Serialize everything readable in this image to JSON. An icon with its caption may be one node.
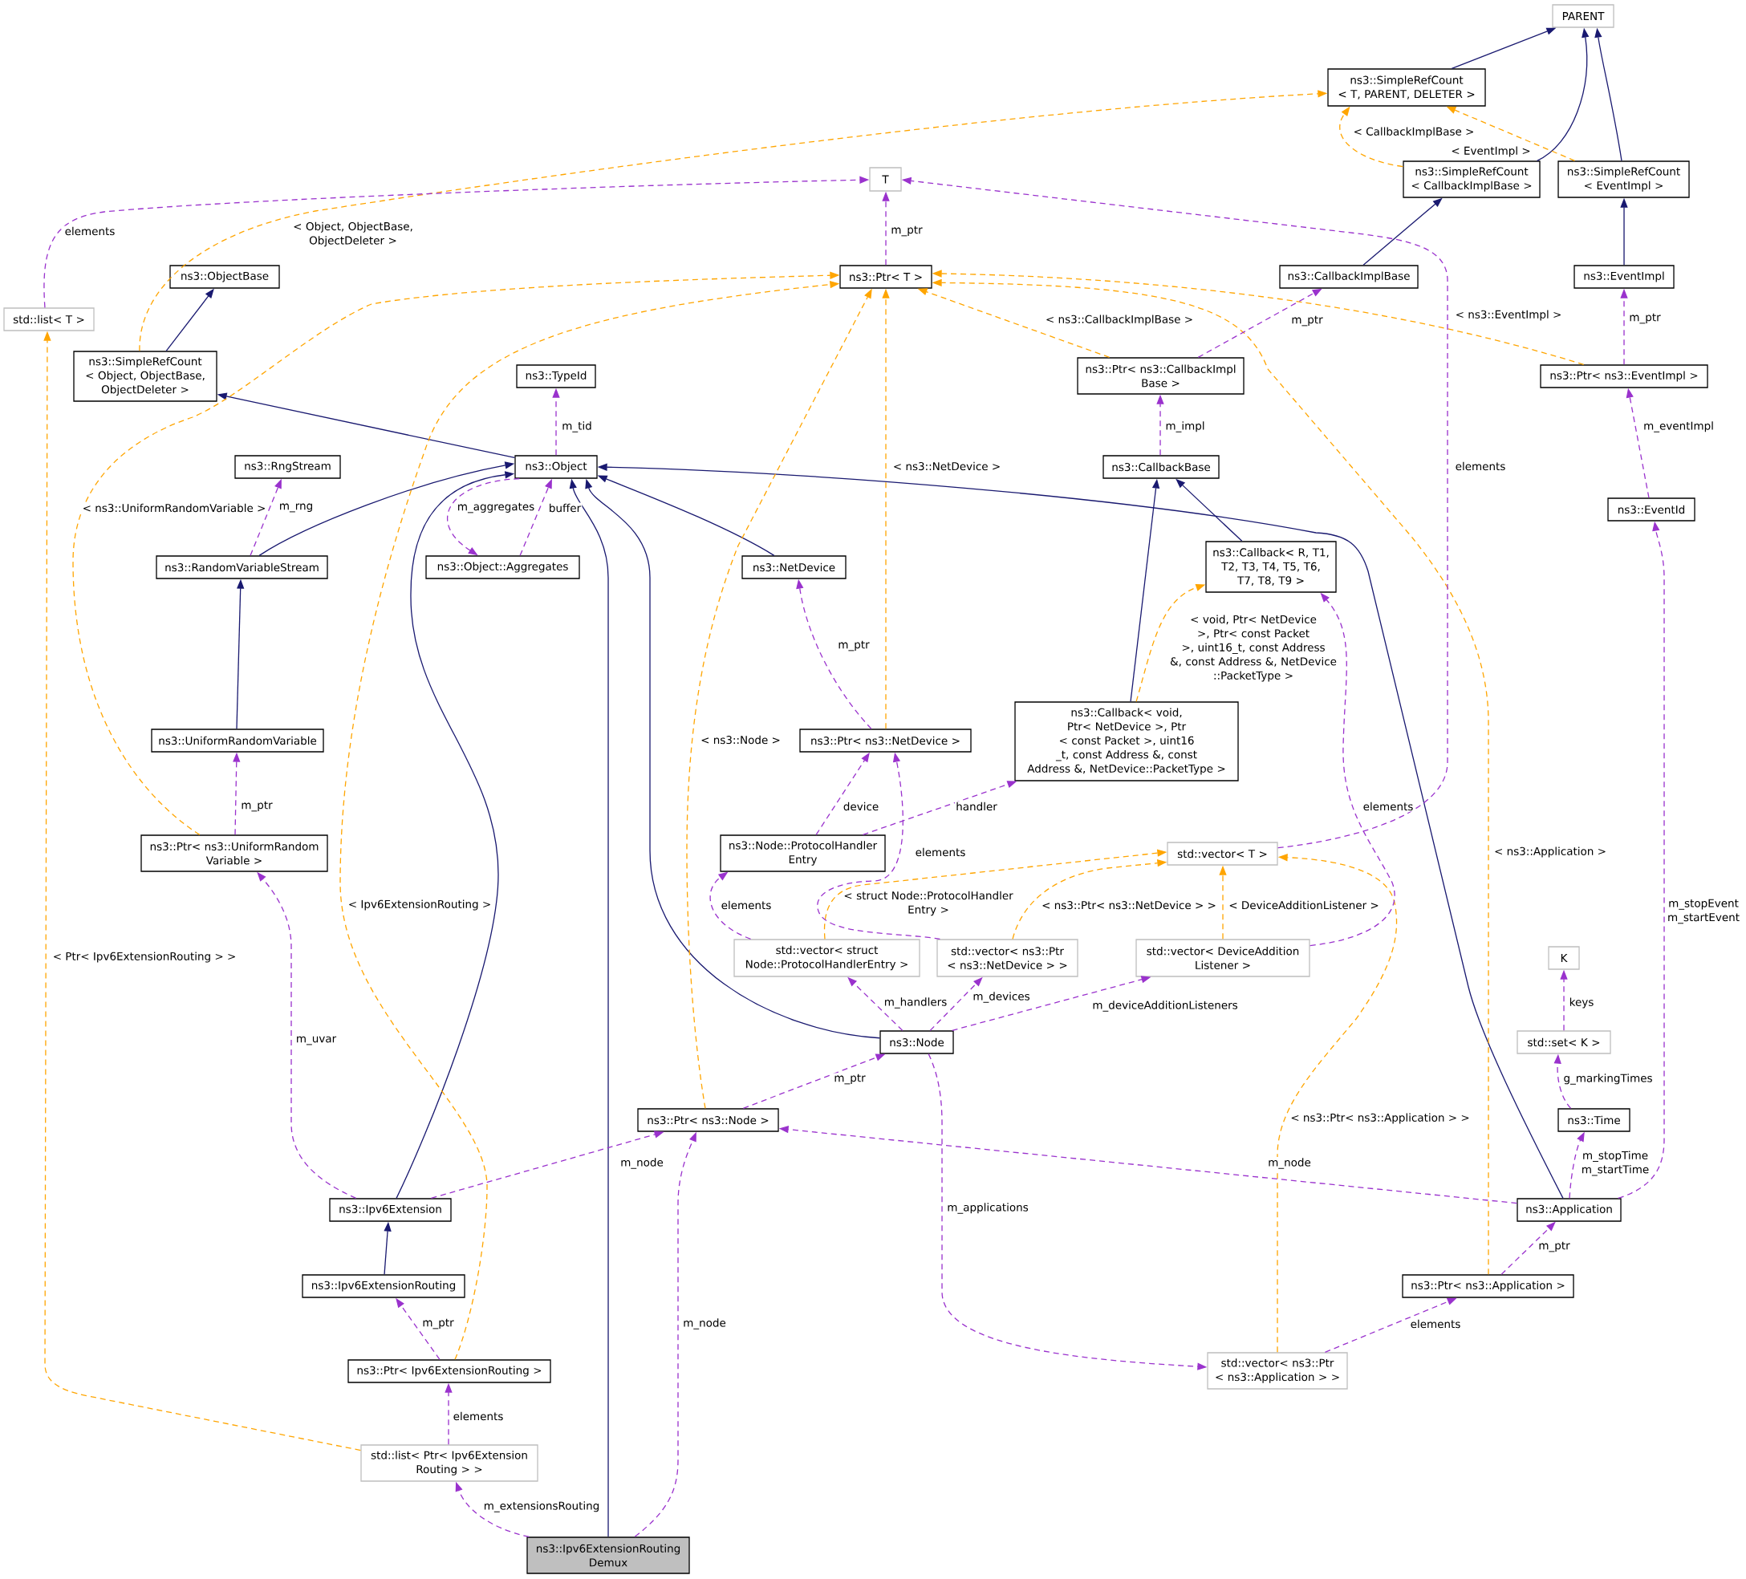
{
  "diagram": {
    "nodes": [
      {
        "text": [
          "PARENT"
        ]
      },
      {
        "text": [
          "ns3::SimpleRefCount < T, PARENT, DELETER >"
        ]
      },
      {
        "text": [
          "ns3::SimpleRefCount < CallbackImplBase >"
        ]
      },
      {
        "text": [
          "ns3::SimpleRefCount < EventImpl >"
        ]
      },
      {
        "text": [
          "T"
        ]
      },
      {
        "text": [
          "ns3::ObjectBase"
        ]
      },
      {
        "text": [
          "ns3::Ptr< T >"
        ]
      },
      {
        "text": [
          "ns3::CallbackImplBase"
        ]
      },
      {
        "text": [
          "ns3::EventImpl"
        ]
      },
      {
        "text": [
          "std::list< T >"
        ]
      },
      {
        "text": [
          "ns3::SimpleRefCount < Object, ObjectBase, ObjectDeleter >"
        ]
      },
      {
        "text": [
          "ns3::Ptr< ns3::CallbackImpl Base >"
        ]
      },
      {
        "text": [
          "ns3::TypeId"
        ]
      },
      {
        "text": [
          "ns3::Ptr< ns3::EventImpl >"
        ]
      },
      {
        "text": [
          "ns3::RngStream"
        ]
      },
      {
        "text": [
          "ns3::Object"
        ]
      },
      {
        "text": [
          "ns3::CallbackBase"
        ]
      },
      {
        "text": [
          "ns3::EventId"
        ]
      },
      {
        "text": [
          "ns3::RandomVariableStream"
        ]
      },
      {
        "text": [
          "ns3::Object::Aggregates"
        ]
      },
      {
        "text": [
          "ns3::NetDevice"
        ]
      },
      {
        "text": [
          "ns3::Callback< R, T1, T2, T3, T4, T5, T6, T7, T8, T9 >"
        ]
      },
      {
        "text": [
          "ns3::Callback< void, Ptr< NetDevice >, Ptr < const Packet >, uint16 _t, const Address &, const Address &, NetDevice::PacketType >"
        ]
      },
      {
        "text": [
          "ns3::UniformRandomVariable"
        ]
      },
      {
        "text": [
          "ns3::Ptr< ns3::NetDevice >"
        ]
      },
      {
        "text": [
          "ns3::Ptr< ns3::UniformRandom Variable >"
        ]
      },
      {
        "text": [
          "ns3::Node::ProtocolHandler Entry"
        ]
      },
      {
        "text": [
          "std::vector< T >"
        ]
      },
      {
        "text": [
          "std::vector< struct Node::ProtocolHandlerEntry >"
        ]
      },
      {
        "text": [
          "std::vector< ns3::Ptr < ns3::NetDevice > >"
        ]
      },
      {
        "text": [
          "std::vector< DeviceAddition Listener >"
        ]
      },
      {
        "text": [
          "K"
        ]
      },
      {
        "text": [
          "ns3::Node"
        ]
      },
      {
        "text": [
          "std::set< K >"
        ]
      },
      {
        "text": [
          "ns3::Ptr< ns3::Node >"
        ]
      },
      {
        "text": [
          "ns3::Time"
        ]
      },
      {
        "text": [
          "ns3::Ipv6Extension"
        ]
      },
      {
        "text": [
          "ns3::Application"
        ]
      },
      {
        "text": [
          "ns3::Ipv6ExtensionRouting"
        ]
      },
      {
        "text": [
          "ns3::Ptr< ns3::Application >"
        ]
      },
      {
        "text": [
          "std::vector< ns3::Ptr < ns3::Application > >"
        ]
      },
      {
        "text": [
          "ns3::Ptr< Ipv6ExtensionRouting >"
        ]
      },
      {
        "text": [
          "std::list< Ptr< Ipv6Extension Routing > >"
        ]
      },
      {
        "text": [
          "ns3::Ipv6ExtensionRouting Demux"
        ]
      }
    ],
    "edges": [
      {
        "from": 1,
        "to": 0,
        "arrow": "to",
        "color": "#191970"
      },
      {
        "from": 2,
        "to": 0,
        "arrow": "to",
        "color": "#191970"
      },
      {
        "from": 3,
        "to": 0,
        "arrow": "to",
        "color": "#191970"
      },
      {
        "from": 7,
        "to": 2,
        "arrow": "to",
        "color": "#191970"
      },
      {
        "from": 8,
        "to": 3,
        "arrow": "to",
        "color": "#191970"
      },
      {
        "from": 10,
        "to": 5,
        "arrow": "to",
        "color": "#191970"
      },
      {
        "from": 15,
        "to": 10,
        "arrow": "to",
        "color": "#191970"
      },
      {
        "from": 18,
        "to": 15,
        "arrow": "to",
        "color": "#191970"
      },
      {
        "from": 20,
        "to": 15,
        "arrow": "to",
        "color": "#191970"
      },
      {
        "from": 32,
        "to": 15,
        "arrow": "to",
        "color": "#191970"
      },
      {
        "from": 36,
        "to": 15,
        "arrow": "to",
        "color": "#191970"
      },
      {
        "from": 37,
        "to": 15,
        "arrow": "to",
        "color": "#191970"
      },
      {
        "from": 43,
        "to": 15,
        "arrow": "to",
        "color": "#191970"
      },
      {
        "from": 23,
        "to": 18,
        "arrow": "to",
        "color": "#191970"
      },
      {
        "from": 38,
        "to": 36,
        "arrow": "to",
        "color": "#191970"
      },
      {
        "from": 22,
        "to": 16,
        "arrow": "to",
        "color": "#191970"
      },
      {
        "from": 21,
        "to": 16,
        "arrow": "to",
        "color": "#191970"
      },
      {
        "from": 10,
        "to": 1,
        "arrow": "to",
        "label": "< Object, ObjectBase, ObjectDeleter >",
        "style": "dashed",
        "color": "#ffa500"
      },
      {
        "from": 2,
        "to": 1,
        "arrow": "to",
        "label": "< CallbackImplBase >",
        "style": "dashed",
        "color": "#ffa500"
      },
      {
        "from": 3,
        "to": 1,
        "arrow": "to",
        "label": "< EventImpl >",
        "style": "dashed",
        "color": "#ffa500"
      },
      {
        "from": 11,
        "to": 6,
        "arrow": "to",
        "label": "< ns3::CallbackImplBase >",
        "style": "dashed",
        "color": "#ffa500"
      },
      {
        "from": 13,
        "to": 6,
        "arrow": "to",
        "label": "< ns3::EventImpl >",
        "style": "dashed",
        "color": "#ffa500"
      },
      {
        "from": 24,
        "to": 6,
        "arrow": "to",
        "label": "< ns3::NetDevice >",
        "style": "dashed",
        "color": "#ffa500"
      },
      {
        "from": 25,
        "to": 6,
        "arrow": "to",
        "label": "< ns3::UniformRandomVariable >",
        "style": "dashed",
        "color": "#ffa500"
      },
      {
        "from": 41,
        "to": 6,
        "arrow": "to",
        "label": "< Ipv6ExtensionRouting >",
        "style": "dashed",
        "color": "#ffa500"
      },
      {
        "from": 34,
        "to": 6,
        "arrow": "to",
        "label": "< ns3::Node >",
        "style": "dashed",
        "color": "#ffa500"
      },
      {
        "from": 39,
        "to": 6,
        "arrow": "to",
        "label": "< ns3::Application >",
        "style": "dashed",
        "color": "#ffa500"
      },
      {
        "from": 42,
        "to": 9,
        "arrow": "to",
        "label": "< Ptr< Ipv6ExtensionRouting > >",
        "style": "dashed",
        "color": "#ffa500"
      },
      {
        "from": 28,
        "to": 27,
        "arrow": "to",
        "label": "< struct Node::ProtocolHandler Entry >",
        "style": "dashed",
        "color": "#ffa500"
      },
      {
        "from": 29,
        "to": 27,
        "arrow": "to",
        "label": "< ns3::Ptr< ns3::NetDevice > >",
        "style": "dashed",
        "color": "#ffa500"
      },
      {
        "from": 30,
        "to": 27,
        "arrow": "to",
        "label": "< DeviceAdditionListener >",
        "style": "dashed",
        "color": "#ffa500"
      },
      {
        "from": 40,
        "to": 27,
        "arrow": "to",
        "label": "< ns3::Ptr< ns3::Application > >",
        "style": "dashed",
        "color": "#ffa500"
      },
      {
        "from": 22,
        "to": 21,
        "arrow": "to",
        "label": "< void, Ptr< NetDevice >, Ptr< const Packet >, uint16_t, const Address &, const Address &, NetDevice ::PacketType >",
        "style": "dashed",
        "color": "#ffa500"
      },
      {
        "from": 6,
        "to": 4,
        "arrow": "to",
        "label": "m_ptr",
        "style": "dashed"
      },
      {
        "from": 9,
        "to": 4,
        "arrow": "to",
        "label": "elements",
        "style": "dashed"
      },
      {
        "from": 27,
        "to": 4,
        "arrow": "to",
        "label": "elements",
        "style": "dashed"
      },
      {
        "from": 11,
        "to": 7,
        "arrow": "to",
        "label": "m_ptr",
        "style": "dashed"
      },
      {
        "from": 13,
        "to": 8,
        "arrow": "to",
        "label": "m_ptr",
        "style": "dashed"
      },
      {
        "from": 16,
        "to": 11,
        "arrow": "to",
        "label": "m_impl",
        "style": "dashed"
      },
      {
        "from": 17,
        "to": 13,
        "arrow": "to",
        "label": "m_eventImpl",
        "style": "dashed"
      },
      {
        "from": 15,
        "to": 12,
        "arrow": "to",
        "label": "m_tid",
        "style": "dashed"
      },
      {
        "from": 18,
        "to": 14,
        "arrow": "to",
        "label": "m_rng",
        "style": "dashed"
      },
      {
        "from": 15,
        "to": 19,
        "arrow": "to",
        "label": "m_aggregates",
        "style": "dashed"
      },
      {
        "from": 19,
        "to": 15,
        "arrow": "to",
        "label": "buffer",
        "style": "dashed"
      },
      {
        "from": 24,
        "to": 20,
        "arrow": "to",
        "label": "m_ptr",
        "style": "dashed"
      },
      {
        "from": 25,
        "to": 23,
        "arrow": "to",
        "label": "m_ptr",
        "style": "dashed"
      },
      {
        "from": 26,
        "to": 24,
        "arrow": "to",
        "label": "device",
        "style": "dashed"
      },
      {
        "from": 26,
        "to": 22,
        "arrow": "to",
        "label": "handler",
        "style": "dashed"
      },
      {
        "from": 28,
        "to": 26,
        "arrow": "to",
        "label": "elements",
        "style": "dashed"
      },
      {
        "from": 29,
        "to": 24,
        "arrow": "to",
        "label": "elements",
        "style": "dashed"
      },
      {
        "from": 30,
        "to": 21,
        "arrow": "to",
        "label": "elements",
        "style": "dashed"
      },
      {
        "from": 32,
        "to": 28,
        "arrow": "to",
        "label": "m_handlers",
        "style": "dashed"
      },
      {
        "from": 32,
        "to": 29,
        "arrow": "to",
        "label": "m_devices",
        "style": "dashed"
      },
      {
        "from": 32,
        "to": 30,
        "arrow": "to",
        "label": "m_deviceAdditionListeners",
        "style": "dashed"
      },
      {
        "from": 33,
        "to": 31,
        "arrow": "to",
        "label": "keys",
        "style": "dashed"
      },
      {
        "from": 34,
        "to": 32,
        "arrow": "to",
        "label": "m_ptr",
        "style": "dashed"
      },
      {
        "from": 36,
        "to": 34,
        "arrow": "to",
        "label": "m_node",
        "style": "dashed"
      },
      {
        "from": 36,
        "to": 25,
        "arrow": "to",
        "label": "m_uvar",
        "style": "dashed"
      },
      {
        "from": 37,
        "to": 34,
        "arrow": "to",
        "label": "m_node",
        "style": "dashed"
      },
      {
        "from": 37,
        "to": 35,
        "arrow": "to",
        "label": "m_stopTime m_startTime",
        "style": "dashed"
      },
      {
        "from": 37,
        "to": 17,
        "arrow": "to",
        "label": "m_stopEvent m_startEvent",
        "style": "dashed"
      },
      {
        "from": 35,
        "to": 33,
        "arrow": "to",
        "label": "g_markingTimes",
        "style": "dashed"
      },
      {
        "from": 39,
        "to": 37,
        "arrow": "to",
        "label": "m_ptr",
        "style": "dashed"
      },
      {
        "from": 40,
        "to": 39,
        "arrow": "to",
        "label": "elements",
        "style": "dashed"
      },
      {
        "from": 32,
        "to": 40,
        "arrow": "to",
        "label": "m_applications",
        "style": "dashed"
      },
      {
        "from": 41,
        "to": 38,
        "arrow": "to",
        "label": "m_ptr",
        "style": "dashed"
      },
      {
        "from": 42,
        "to": 41,
        "arrow": "to",
        "label": "elements",
        "style": "dashed"
      },
      {
        "from": 43,
        "to": 42,
        "arrow": "to",
        "label": "m_extensionsRouting",
        "style": "dashed"
      },
      {
        "from": 43,
        "to": 34,
        "arrow": "to",
        "label": "m_node",
        "style": "dashed"
      }
    ]
  }
}
